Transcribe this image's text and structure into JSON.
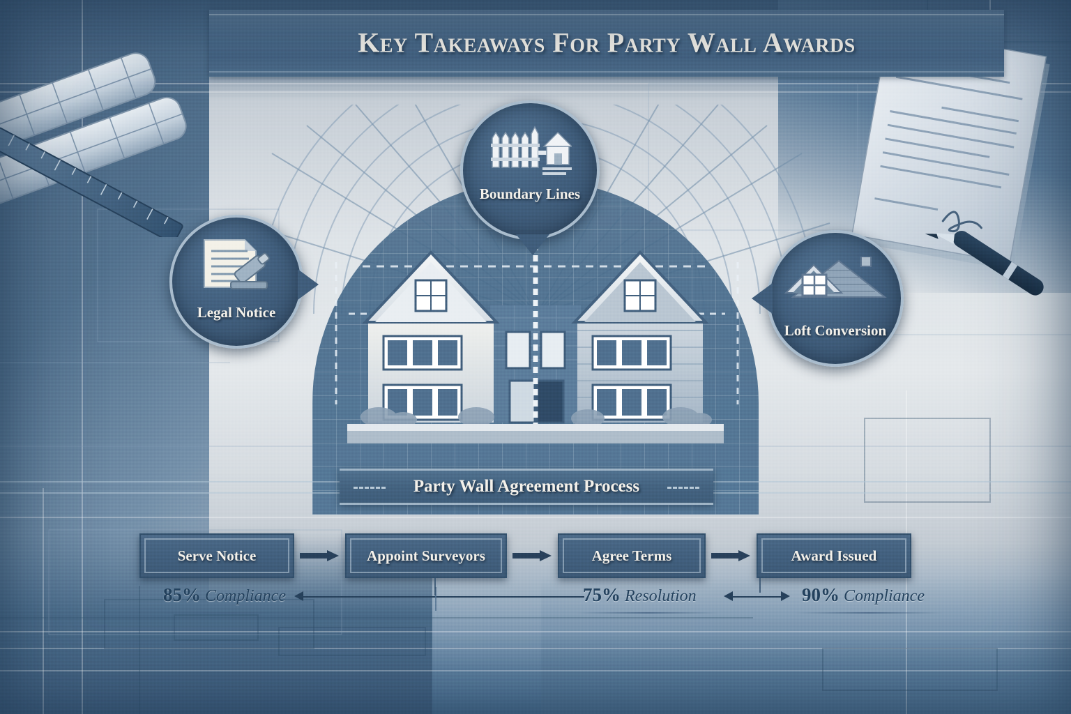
{
  "header": {
    "title": "Key Takeaways for Party Wall Awards"
  },
  "badges": [
    {
      "id": "legal-notice",
      "label": "Legal Notice",
      "icon": "document-gavel-icon"
    },
    {
      "id": "boundary-lines",
      "label": "Boundary Lines",
      "icon": "fence-house-icon"
    },
    {
      "id": "loft-conversion",
      "label": "Loft Conversion",
      "icon": "dormer-roof-icon"
    }
  ],
  "scene": {
    "illustration": "semi-detached-houses-blueprint",
    "party_wall_marker": "dashed-center-line"
  },
  "process": {
    "banner_label": "Party Wall Agreement Process",
    "steps": [
      {
        "label": "Serve Notice"
      },
      {
        "label": "Appoint Surveyors"
      },
      {
        "label": "Agree Terms"
      },
      {
        "label": "Award Issued"
      }
    ]
  },
  "metrics": [
    {
      "value": "85%",
      "label": " Compliance"
    },
    {
      "value": "75%",
      "label": " Resolution"
    },
    {
      "value": "90%",
      "label": " Compliance"
    }
  ],
  "props": {
    "blueprint_rolls": "rolled-blueprints",
    "ruler": "scale-ruler",
    "signed_document": "signed-award-document",
    "pen": "fountain-pen"
  },
  "colors": {
    "deep_blue": "#3f5c7a",
    "mid_blue": "#4a6886",
    "band_blue": "#43627f",
    "paper": "#f4f1ea",
    "ink": "#22405c",
    "rule": "#a9bccd"
  }
}
